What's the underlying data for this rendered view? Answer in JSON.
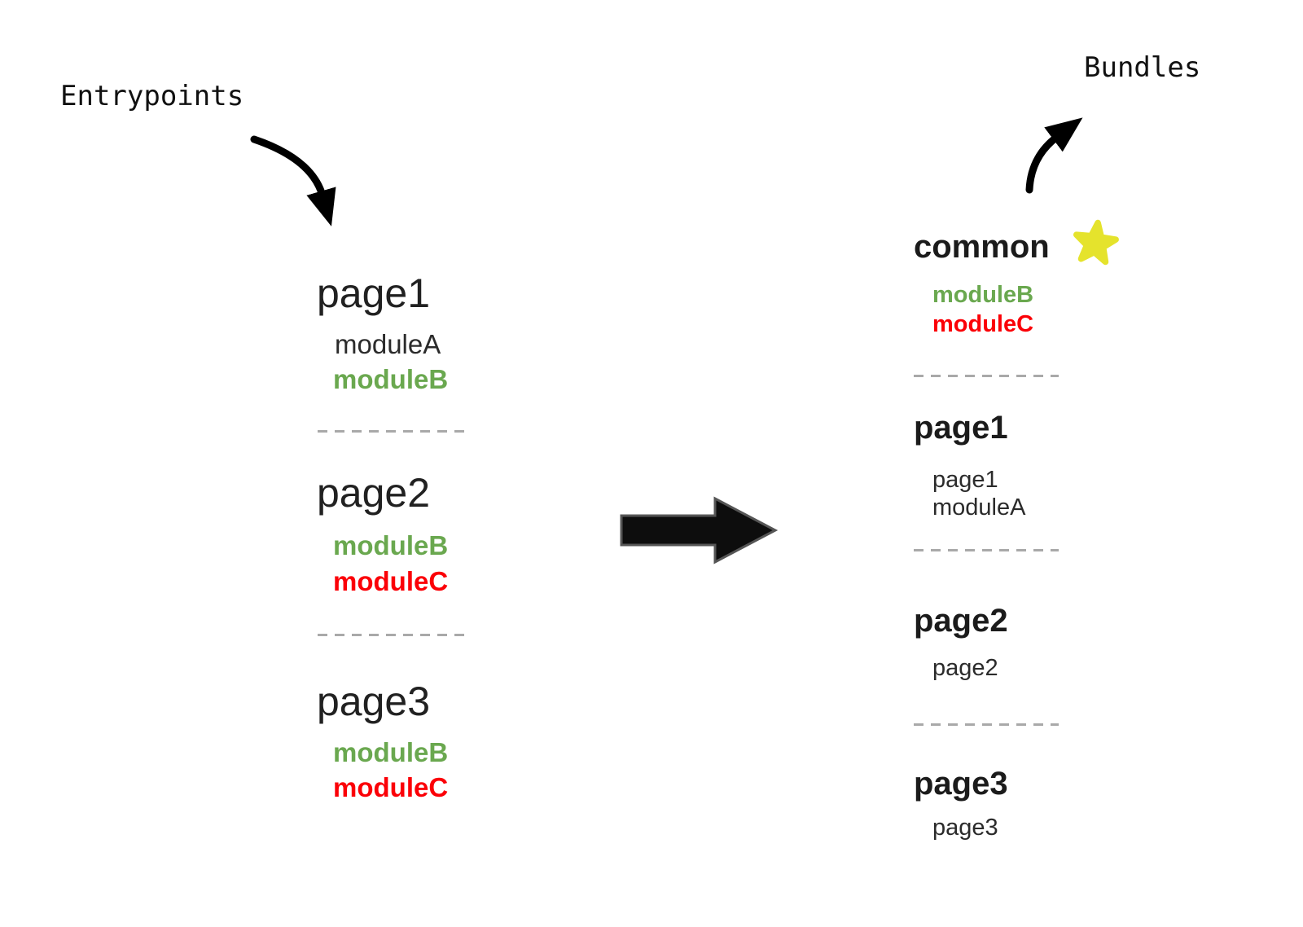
{
  "labels": {
    "entrypoints": "Entrypoints",
    "bundles": "Bundles"
  },
  "colors": {
    "module_green": "#6aa84f",
    "module_red": "#fb0007",
    "text_black": "#212121",
    "star_yellow": "#e5e32c",
    "dash_gray": "#a9a9a9",
    "arrow_black": "#0d0d0d"
  },
  "icons": {
    "common_badge": "star-icon"
  },
  "entrypoints": [
    {
      "name": "page1",
      "modules": [
        {
          "label": "moduleA",
          "color": "black"
        },
        {
          "label": "moduleB",
          "color": "green"
        }
      ]
    },
    {
      "name": "page2",
      "modules": [
        {
          "label": "moduleB",
          "color": "green"
        },
        {
          "label": "moduleC",
          "color": "red"
        }
      ]
    },
    {
      "name": "page3",
      "modules": [
        {
          "label": "moduleB",
          "color": "green"
        },
        {
          "label": "moduleC",
          "color": "red"
        }
      ]
    }
  ],
  "bundles": [
    {
      "name": "common",
      "starred": true,
      "modules": [
        {
          "label": "moduleB",
          "color": "green"
        },
        {
          "label": "moduleC",
          "color": "red"
        }
      ]
    },
    {
      "name": "page1",
      "starred": false,
      "modules": [
        {
          "label": "page1",
          "color": "black"
        },
        {
          "label": "moduleA",
          "color": "black"
        }
      ]
    },
    {
      "name": "page2",
      "starred": false,
      "modules": [
        {
          "label": "page2",
          "color": "black"
        }
      ]
    },
    {
      "name": "page3",
      "starred": false,
      "modules": [
        {
          "label": "page3",
          "color": "black"
        }
      ]
    }
  ]
}
